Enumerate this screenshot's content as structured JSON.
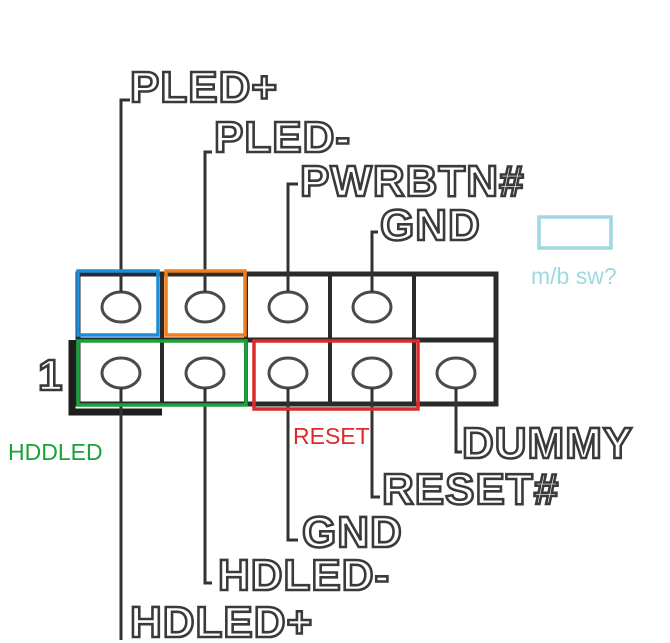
{
  "header": {
    "pin1_marker": "1",
    "top_row": [
      {
        "id": "pled-plus",
        "label": "PLED+"
      },
      {
        "id": "pled-minus",
        "label": "PLED-"
      },
      {
        "id": "pwrbtn",
        "label": "PWRBTN#"
      },
      {
        "id": "gnd-top",
        "label": "GND"
      },
      {
        "id": "key",
        "label": ""
      }
    ],
    "bottom_row": [
      {
        "id": "hdled-plus",
        "label": "HDLED+"
      },
      {
        "id": "hdled-minus",
        "label": "HDLED-"
      },
      {
        "id": "gnd-bottom",
        "label": "GND"
      },
      {
        "id": "reset",
        "label": "RESET#"
      },
      {
        "id": "dummy",
        "label": "DUMMY"
      }
    ]
  },
  "annotations": {
    "mb_switch": {
      "label": "m/b sw?",
      "color": "#9fd8e0"
    },
    "hddled": {
      "label": "HDDLED",
      "color": "#1aa33a"
    },
    "reset": {
      "label": "RESET",
      "color": "#dd2a2a"
    },
    "power_led_plus_color": "#1a8fd8",
    "power_led_minus_color": "#ef7f1a"
  }
}
